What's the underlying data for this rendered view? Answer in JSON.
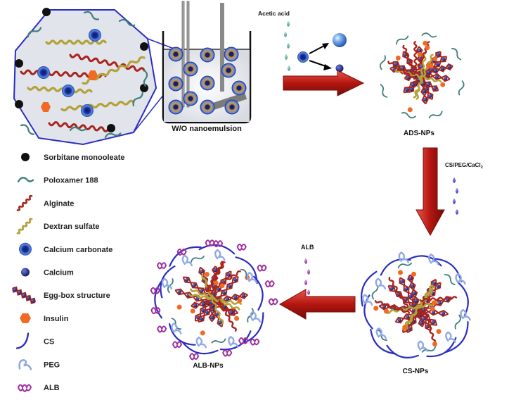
{
  "labels": {
    "emulsion": "W/O nanoemulsion",
    "acetic_acid": "Acetic acid",
    "ads": "ADS-NPs",
    "cs_reagents_prefix": "CS/PEG/CaCl",
    "cs_reagents_sub": "2",
    "alb_reagent": "ALB",
    "cs": "CS-NPs",
    "alb": "ALB-NPs"
  },
  "legend": [
    {
      "label": "Sorbitane monooleate",
      "icon": "black-dot-icon"
    },
    {
      "label": "Poloxamer 188",
      "icon": "hook-icon"
    },
    {
      "label": "Alginate",
      "icon": "red-chain-icon"
    },
    {
      "label": "Dextran sulfate",
      "icon": "yellow-chain-icon"
    },
    {
      "label": "Calcium carbonate",
      "icon": "blue-sphere-icon"
    },
    {
      "label": "Calcium",
      "icon": "navy-dot-icon"
    },
    {
      "label": "Egg-box structure",
      "icon": "eggbox-icon"
    },
    {
      "label": "Insulin",
      "icon": "orange-blob-icon"
    },
    {
      "label": "CS",
      "icon": "blue-arc-icon"
    },
    {
      "label": "PEG",
      "icon": "peg-icon"
    },
    {
      "label": "ALB",
      "icon": "alb-icon"
    }
  ],
  "colors": {
    "arrow": "#c0261f",
    "alginate": "#a8241c",
    "dextran": "#b4a23a",
    "poloxamer": "#3f7f7c",
    "calcium": "#1a237e",
    "insulin": "#f06a24",
    "cs": "#2b2fc0",
    "peg": "#8fa8e8",
    "alb": "#a02d9e",
    "bubble": "#2a2dc4"
  }
}
